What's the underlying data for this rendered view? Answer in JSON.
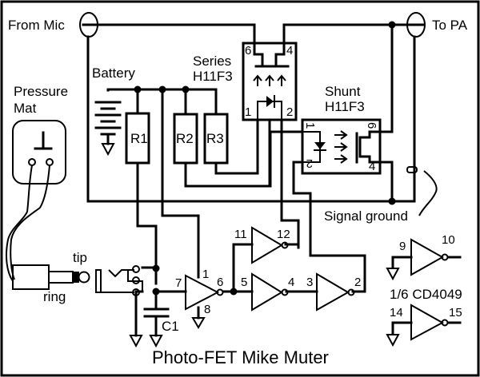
{
  "title": "Photo-FET Mike Muter",
  "labels": {
    "from_mic": "From Mic",
    "to_pa": "To PA",
    "battery": "Battery",
    "pressure_mat_line1": "Pressure",
    "pressure_mat_line2": "Mat",
    "series_line1": "Series",
    "series_line2": "H11F3",
    "shunt_line1": "Shunt",
    "shunt_line2": "H11F3",
    "signal_ground": "Signal ground",
    "tip": "tip",
    "ring": "ring",
    "ic_part": "1/6 CD4049"
  },
  "components": {
    "r1": "R1",
    "r2": "R2",
    "r3": "R3",
    "c1": "C1"
  },
  "pins": {
    "series": {
      "p6": "6",
      "p4": "4",
      "p1": "1",
      "p2": "2"
    },
    "shunt": {
      "p1": "1",
      "p2": "2",
      "p6": "6",
      "p4": "4"
    },
    "buffer": {
      "in": "7",
      "vdd": "1",
      "out": "6",
      "vss": "8"
    },
    "inv_a": {
      "in": "11",
      "out": "12"
    },
    "inv_b": {
      "in": "5",
      "out": "4"
    },
    "inv_c": {
      "in": "3",
      "out": "2"
    },
    "inv_d": {
      "in": "9",
      "out": "10"
    },
    "inv_e": {
      "in": "14",
      "out": "15"
    }
  },
  "colors": {
    "ink": "#000000",
    "paper": "#ffffff"
  }
}
